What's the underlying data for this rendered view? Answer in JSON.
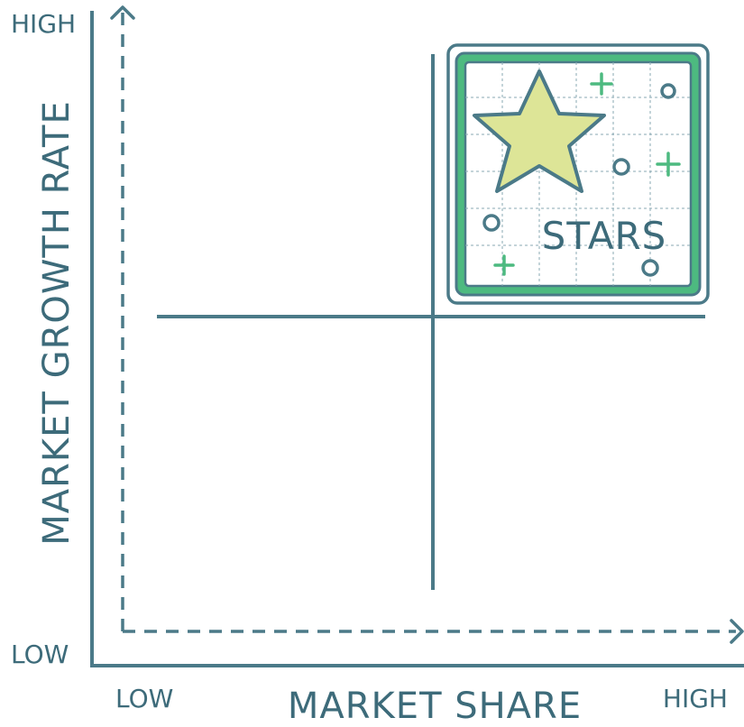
{
  "y_axis": {
    "title": "MARKET GROWTH RATE",
    "high_label": "HIGH",
    "low_label": "LOW"
  },
  "x_axis": {
    "title": "MARKET SHARE",
    "low_label": "LOW",
    "high_label": "HIGH"
  },
  "quadrant": {
    "label": "STARS",
    "icon": "star-icon"
  },
  "colors": {
    "axis": "#4b7a88",
    "frame_green": "#4dba80",
    "star_fill": "#dde597",
    "accent_green": "#4dba80",
    "grid": "#8aa9b3"
  }
}
